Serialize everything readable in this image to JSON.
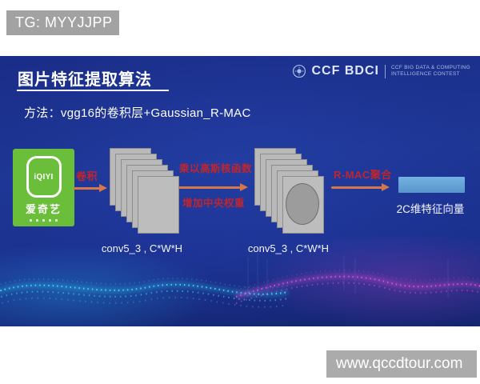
{
  "top_banner": {
    "label": "TG: MYYJJPP"
  },
  "bottom_banner": {
    "label": "www.qccdtour.com"
  },
  "slide": {
    "title": "图片特征提取算法",
    "method": "方法：vgg16的卷积层+Gaussian_R-MAC",
    "header_logos": {
      "ccf_wordmark": "CCF BDCI",
      "contest_line1": "CCF BIG DATA & COMPUTING",
      "contest_line2": "INTELLIGENCE CONTEST"
    },
    "flow": {
      "input": {
        "brand": "iQIYI",
        "brand_cn": "爱奇艺"
      },
      "conv_arrow_label": "卷积",
      "stack1_caption": "conv5_3 , C*W*H",
      "gauss_label_top": "乘以高斯核函数",
      "gauss_label_bottom": "增加中央权重",
      "stack2_caption": "conv5_3 , C*W*H",
      "rmac_arrow_label": "R-MAC聚合",
      "output_caption": "2C维特征向量"
    },
    "colors": {
      "slide_background": "#1c3293",
      "accent_red": "#c0262c",
      "arrow_orange": "#d4784a",
      "iqiyi_green": "#6abe3a",
      "vector_blue": "#64a5d8",
      "wave_cyan": "#35e0ff",
      "wave_magenta": "#e84fd7"
    }
  }
}
